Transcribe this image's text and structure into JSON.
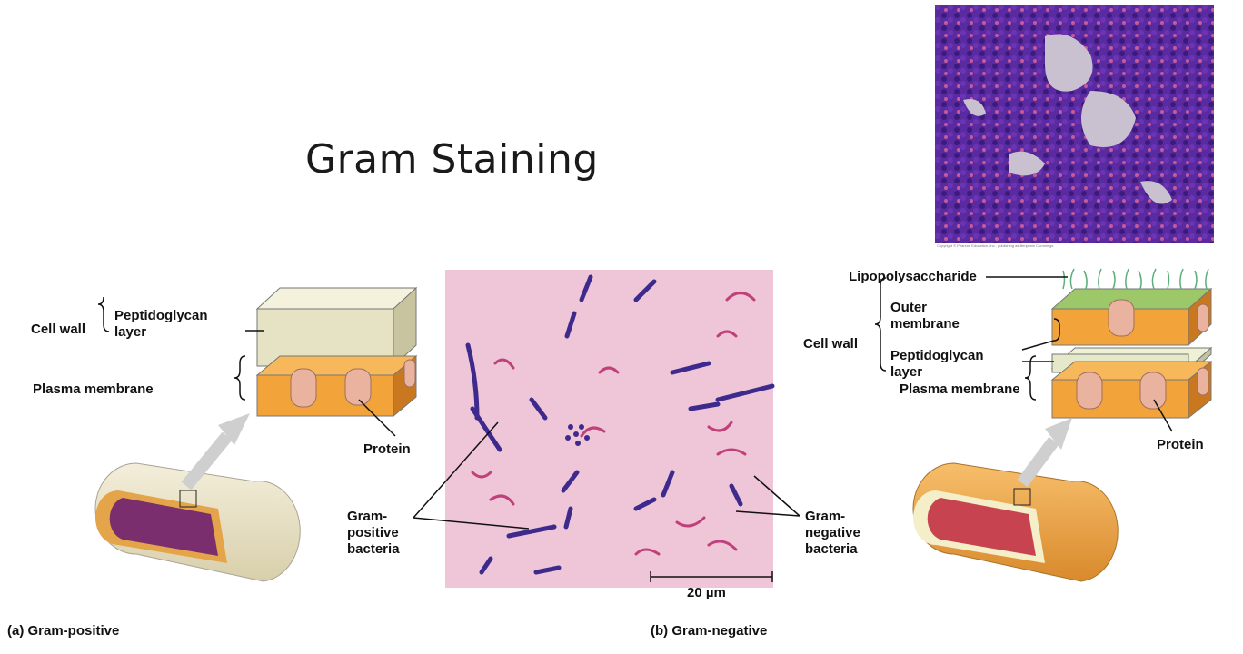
{
  "slide": {
    "title": "Gram Staining"
  },
  "micrograph_top": {
    "credit": "Copyright © Pearson Education, Inc., publishing as Benjamin Cummings"
  },
  "gram_positive": {
    "cell_wall": "Cell wall",
    "peptidoglycan_line1": "Peptidoglycan",
    "peptidoglycan_line2": "layer",
    "plasma_membrane": "Plasma membrane",
    "protein": "Protein",
    "caption": "(a) Gram-positive"
  },
  "micrograph_center": {
    "gram_positive_line1": "Gram-",
    "gram_positive_line2": "positive",
    "gram_positive_line3": "bacteria",
    "gram_negative_line1": "Gram-",
    "gram_negative_line2": "negative",
    "gram_negative_line3": "bacteria",
    "scale": "20 µm"
  },
  "gram_negative": {
    "lps": "Lipopolysaccharide",
    "outer_line1": "Outer",
    "outer_line2": "membrane",
    "cell_wall": "Cell wall",
    "peptidoglycan_line1": "Peptidoglycan",
    "peptidoglycan_line2": "layer",
    "plasma_membrane": "Plasma membrane",
    "protein": "Protein",
    "caption": "(b) Gram-negative"
  },
  "colors": {
    "gram_positive_stain": "#3d2a8c",
    "gram_negative_stain": "#c0407a",
    "background_pink": "#efc6d8",
    "membrane_orange": "#f2a33a",
    "peptidoglycan_cream": "#ece9cc"
  }
}
